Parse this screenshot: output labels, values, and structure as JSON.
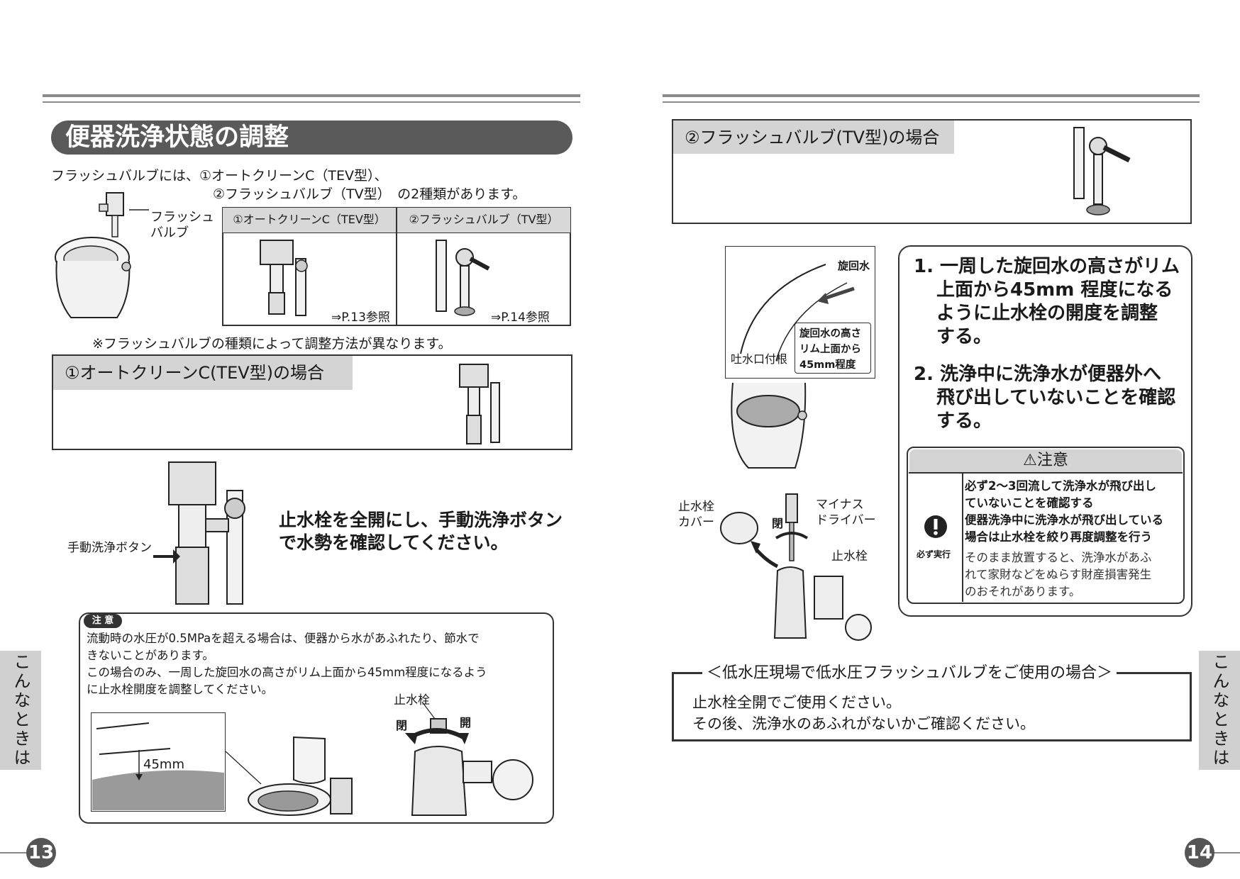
{
  "left": {
    "title": "便器洗浄状態の調整",
    "intro_line1": "フラッシュバルブには、①オートクリーンC（TEV型）、",
    "intro_line2": "②フラッシュバルブ（TV型）　の2種類があります。",
    "flush_label_1": "フラッシュ",
    "flush_label_2": "バルブ",
    "table": {
      "col1_header": "①オートクリーンC（TEV型）",
      "col2_header": "②フラッシュバルブ（TV型）",
      "col1_ref": "⇒P.13参照",
      "col2_ref": "⇒P.14参照"
    },
    "footnote": "※フラッシュバルブの種類によって調整方法が異なります。",
    "section_tag": "①オートクリーンC(TEV型)の場合",
    "manual_button_label": "手動洗浄ボタン",
    "instruction_line1": "止水栓を全開にし、手動洗浄ボタン",
    "instruction_line2": "で水勢を確認してください。",
    "caution_badge": "注 意",
    "caution_lines": [
      "流動時の水圧が0.5MPaを超える場合は、便器から水があふれたり、節水で",
      "きないことがあります。",
      "この場合のみ、一周した旋回水の高さがリム上面から45mm程度になるよう",
      "に止水栓開度を調整してください。"
    ],
    "dim_label": "45mm",
    "valve_label": "止水栓",
    "close_label": "閉",
    "open_label": "開",
    "side_tab": "こんなときは",
    "page_number": "13"
  },
  "right": {
    "section_tag": "②フラッシュバルブ(TV型)の場合",
    "swirl_label": "旋回水",
    "outlet_label": "吐水口付根",
    "callout_lines": [
      "旋回水の高さ",
      "リム上面から",
      "45mm程度"
    ],
    "steps": [
      {
        "lines": [
          "1. 一周した旋回水の高さがリム",
          "上面から45mm 程度になる",
          "ように止水栓の開度を調整",
          "する。"
        ]
      },
      {
        "lines": [
          "2. 洗浄中に洗浄水が便器外へ",
          "飛び出していないことを確認",
          "する。"
        ]
      }
    ],
    "warning_title": "⚠注意",
    "must_label": "必ず実行",
    "warning_bold_lines": [
      "必ず2～3回流して洗浄水が飛び出し",
      "ていないことを確認する",
      "便器洗浄中に洗浄水が飛び出している",
      "場合は止水栓を絞り再度調整を行う"
    ],
    "warning_plain_lines": [
      "そのまま放置すると、洗浄水があふ",
      "れて家財などをぬらす財産損害発生",
      "のおそれがあります。"
    ],
    "valve_cover_label_1": "止水栓",
    "valve_cover_label_2": "カバー",
    "screwdriver_label_1": "マイナス",
    "screwdriver_label_2": "ドライバー",
    "close_label": "閉",
    "valve_label": "止水栓",
    "lowpressure_title": "＜低水圧現場で低水圧フラッシュバルブをご使用の場合＞",
    "lowpressure_line1": "止水栓全開でご使用ください。",
    "lowpressure_line2": "その後、洗浄水のあふれがないかご確認ください。",
    "side_tab": "こんなときは",
    "page_number": "14"
  }
}
